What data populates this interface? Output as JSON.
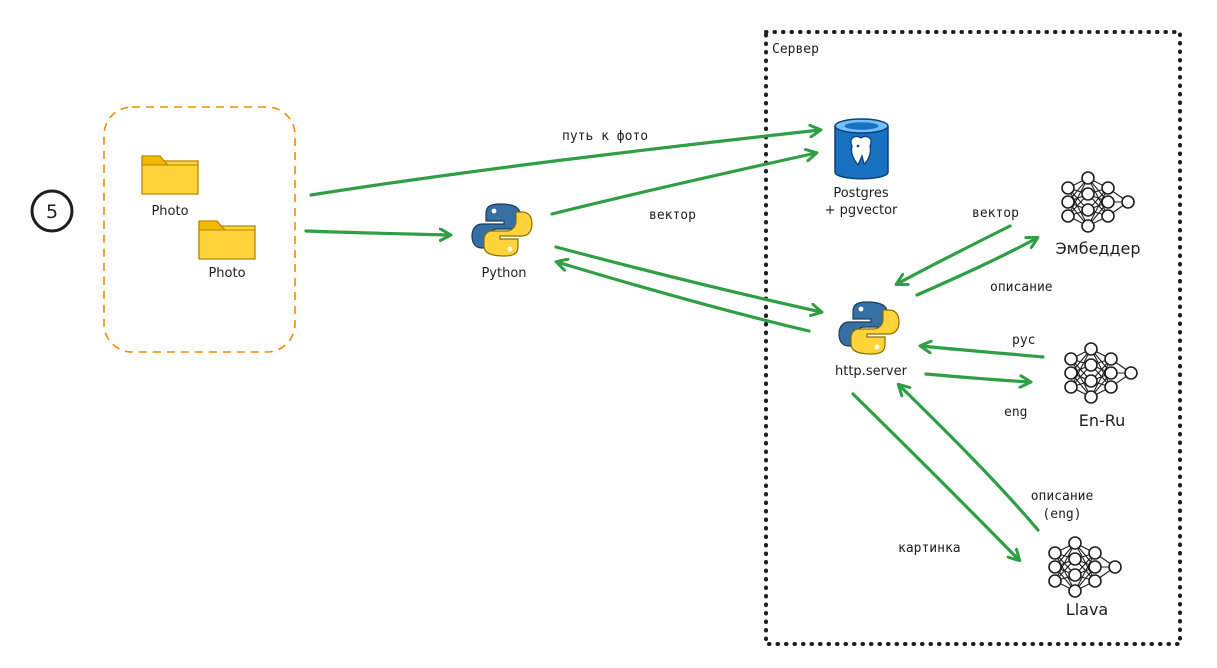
{
  "step": {
    "number": "5"
  },
  "server": {
    "label": "Сервер"
  },
  "folders": [
    {
      "label": "Photo"
    },
    {
      "label": "Photo"
    }
  ],
  "nodes": {
    "python": {
      "label": "Python"
    },
    "postgres": {
      "line1": "Postgres",
      "line2": "+ pgvector"
    },
    "http_server": {
      "label": "http.server"
    },
    "embedder": {
      "label": "Эмбеддер"
    },
    "en_ru": {
      "label": "En-Ru"
    },
    "llava": {
      "label": "Llava"
    }
  },
  "edges": {
    "photo_path": "путь к фото",
    "python_vector": "вектор",
    "embedder_vector": "вектор",
    "embedder_description": "описание",
    "enru_rus": "рус",
    "enru_eng": "eng",
    "llava_description_1": "описание",
    "llava_description_2": "(eng)",
    "llava_image": "картинка"
  },
  "colors": {
    "arrow": "#2f9e44",
    "folder_fill": "#ffd43b",
    "folder_stroke": "#b38600",
    "group_border": "#f08c00",
    "python_blue": "#366fa3",
    "python_yellow": "#ffd43b",
    "postgres_blue": "#1971c2",
    "postgres_light": "#74c0fc",
    "ink": "#1e1e1e"
  }
}
